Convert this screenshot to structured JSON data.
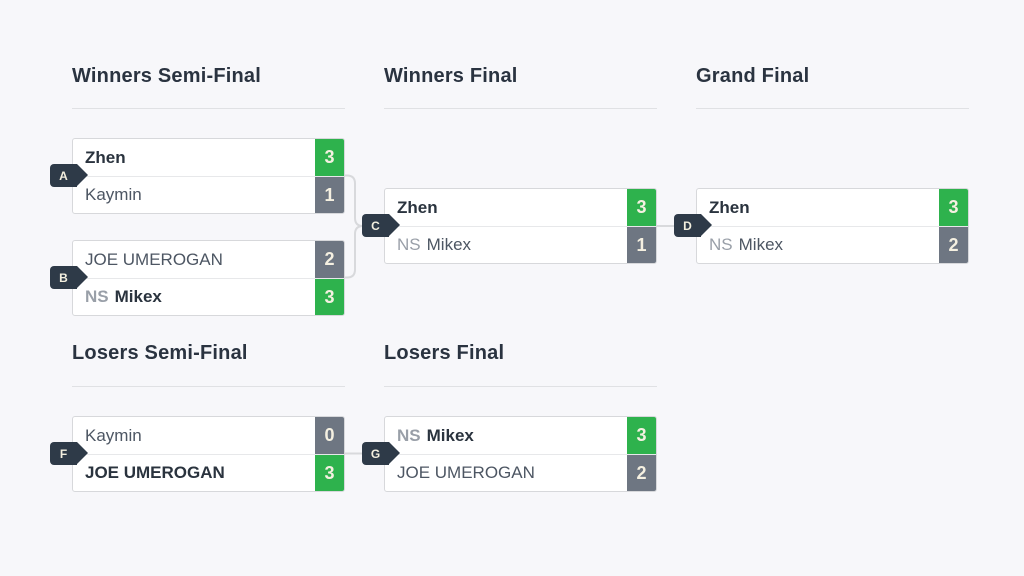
{
  "page": {
    "background": "#f7f7fa"
  },
  "colors": {
    "win_score_bg": "#2eb24d",
    "loss_score_bg": "#6e7682",
    "score_text": "#f5f0e1",
    "label_tag_bg": "#2e3a48",
    "winner_name": "#2a333e",
    "loser_name": "#4d5663",
    "team_prefix": "#999fa8",
    "heading": "#2a3340",
    "card_border": "#d7d8db",
    "connector": "#d8d9dc"
  },
  "rounds": {
    "winners_semi_final": "Winners Semi-Final",
    "winners_final": "Winners Final",
    "grand_final": "Grand Final",
    "losers_semi_final": "Losers Semi-Final",
    "losers_final": "Losers Final"
  },
  "matches": [
    {
      "label": "A",
      "round": "Winners Semi-Final",
      "players": [
        {
          "name": "Zhen",
          "score": "3",
          "result": "win"
        },
        {
          "name": "Kaymin",
          "score": "1",
          "result": "loss"
        }
      ]
    },
    {
      "label": "B",
      "round": "Winners Semi-Final",
      "players": [
        {
          "name": "JOE UMEROGAN",
          "score": "2",
          "result": "loss"
        },
        {
          "prefix": "NS",
          "name": "Mikex",
          "score": "3",
          "result": "win"
        }
      ]
    },
    {
      "label": "C",
      "round": "Winners Final",
      "players": [
        {
          "name": "Zhen",
          "score": "3",
          "result": "win"
        },
        {
          "prefix": "NS",
          "name": "Mikex",
          "score": "1",
          "result": "loss"
        }
      ]
    },
    {
      "label": "D",
      "round": "Grand Final",
      "players": [
        {
          "name": "Zhen",
          "score": "3",
          "result": "win"
        },
        {
          "prefix": "NS",
          "name": "Mikex",
          "score": "2",
          "result": "loss"
        }
      ]
    },
    {
      "label": "F",
      "round": "Losers Semi-Final",
      "players": [
        {
          "name": "Kaymin",
          "score": "0",
          "result": "loss"
        },
        {
          "name": "JOE UMEROGAN",
          "score": "3",
          "result": "win"
        }
      ]
    },
    {
      "label": "G",
      "round": "Losers Final",
      "players": [
        {
          "prefix": "NS",
          "name": "Mikex",
          "score": "3",
          "result": "win"
        },
        {
          "name": "JOE UMEROGAN",
          "score": "2",
          "result": "loss"
        }
      ]
    }
  ]
}
